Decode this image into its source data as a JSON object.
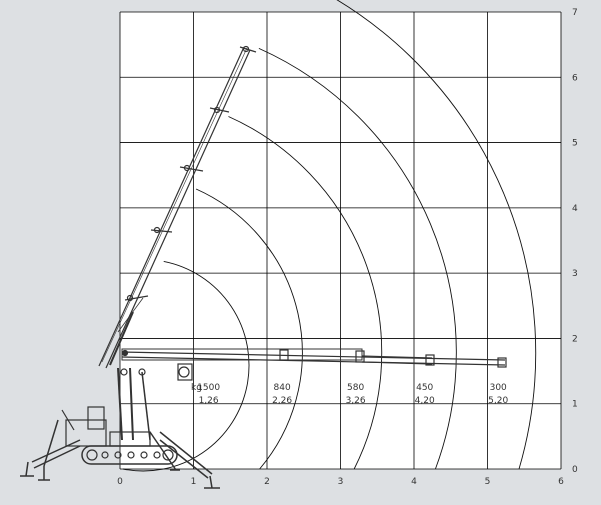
{
  "chart_data": {
    "type": "load-range-diagram",
    "x_ticks": [
      "0",
      "1",
      "2",
      "3",
      "4",
      "5",
      "6"
    ],
    "y_ticks": [
      "0",
      "1",
      "2",
      "3",
      "4",
      "5",
      "6",
      "7"
    ],
    "xlim": [
      0,
      6
    ],
    "ylim": [
      0,
      7
    ],
    "grid": true,
    "load_label_unit": "kg",
    "loads": [
      {
        "load": "1500",
        "radius": "1,26",
        "r": 1.26
      },
      {
        "load": "840",
        "radius": "2,26",
        "r": 2.26
      },
      {
        "load": "580",
        "radius": "3,26",
        "r": 3.26
      },
      {
        "load": "450",
        "radius": "4,20",
        "r": 4.2
      },
      {
        "load": "300",
        "radius": "5,20",
        "r": 5.2
      }
    ]
  },
  "colors": {
    "background": "#dde0e3",
    "plot": "#ffffff",
    "grid": "#000000",
    "arc": "#111111",
    "machine": "#333333"
  }
}
